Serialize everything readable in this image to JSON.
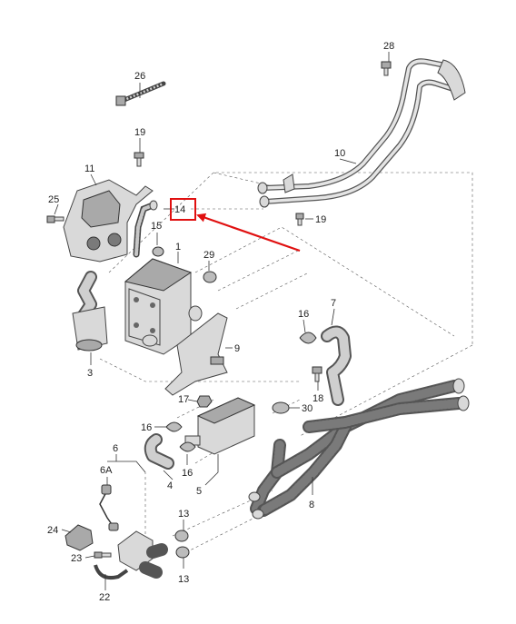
{
  "callouts": {
    "p28": "28",
    "p26": "26",
    "p10": "10",
    "p19a": "19",
    "p11": "11",
    "p25": "25",
    "p14": "14",
    "p19b": "19",
    "p15": "15",
    "p1": "1",
    "p29": "29",
    "p16a": "16",
    "p7": "7",
    "p3": "3",
    "p9": "9",
    "p18": "18",
    "p17": "17",
    "p30": "30",
    "p16b": "16",
    "p6": "6",
    "p16c": "16",
    "p6A": "6A",
    "p4": "4",
    "p5": "5",
    "p8": "8",
    "p24": "24",
    "p13a": "13",
    "p23": "23",
    "p13b": "13",
    "p22": "22"
  },
  "highlight": {
    "target_label": "14",
    "box_color": "#e01010",
    "arrow_color": "#e01010"
  }
}
